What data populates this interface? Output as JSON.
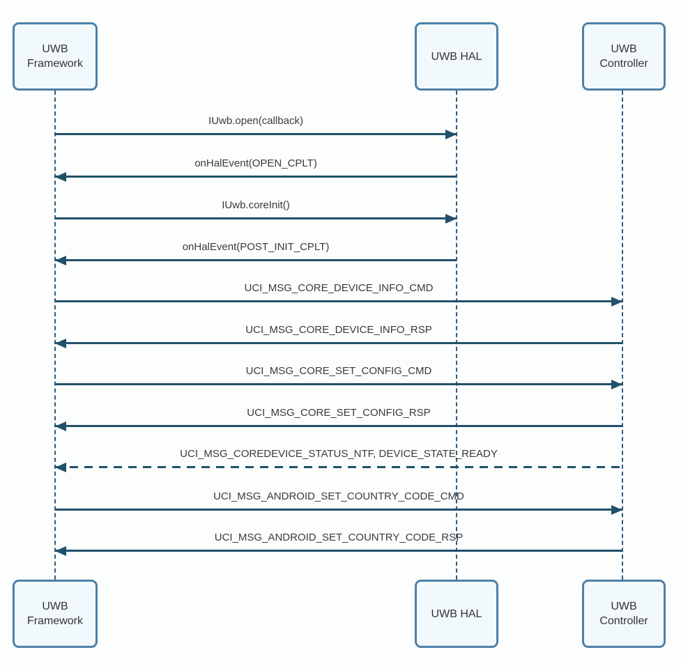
{
  "colors": {
    "box_border": "#4d80a8",
    "box_fill": "#f2f9fd",
    "arrow_line": "#21506b",
    "lifeline": "#2e5d7d",
    "label_text": "#3a3a3a"
  },
  "actors": {
    "framework": {
      "label": "UWB Framework"
    },
    "hal": {
      "label": "UWB HAL"
    },
    "controller": {
      "label": "UWB Controller"
    }
  },
  "messages": [
    {
      "text": "IUwb.open(callback)",
      "from": "framework",
      "to": "hal",
      "line": "solid"
    },
    {
      "text": "onHalEvent(OPEN_CPLT)",
      "from": "hal",
      "to": "framework",
      "line": "solid"
    },
    {
      "text": "IUwb.coreInit()",
      "from": "framework",
      "to": "hal",
      "line": "solid"
    },
    {
      "text": "onHalEvent(POST_INIT_CPLT)",
      "from": "hal",
      "to": "framework",
      "line": "solid"
    },
    {
      "text": "UCI_MSG_CORE_DEVICE_INFO_CMD",
      "from": "framework",
      "to": "controller",
      "line": "solid"
    },
    {
      "text": "UCI_MSG_CORE_DEVICE_INFO_RSP",
      "from": "controller",
      "to": "framework",
      "line": "solid"
    },
    {
      "text": "UCI_MSG_CORE_SET_CONFIG_CMD",
      "from": "framework",
      "to": "controller",
      "line": "solid"
    },
    {
      "text": "UCI_MSG_CORE_SET_CONFIG_RSP",
      "from": "controller",
      "to": "framework",
      "line": "solid"
    },
    {
      "text": "UCI_MSG_COREDEVICE_STATUS_NTF, DEVICE_STATE_READY",
      "from": "controller",
      "to": "framework",
      "line": "dashed"
    },
    {
      "text": "UCI_MSG_ANDROID_SET_COUNTRY_CODE_CMD",
      "from": "framework",
      "to": "controller",
      "line": "solid"
    },
    {
      "text": "UCI_MSG_ANDROID_SET_COUNTRY_CODE_RSP",
      "from": "controller",
      "to": "framework",
      "line": "solid"
    }
  ]
}
